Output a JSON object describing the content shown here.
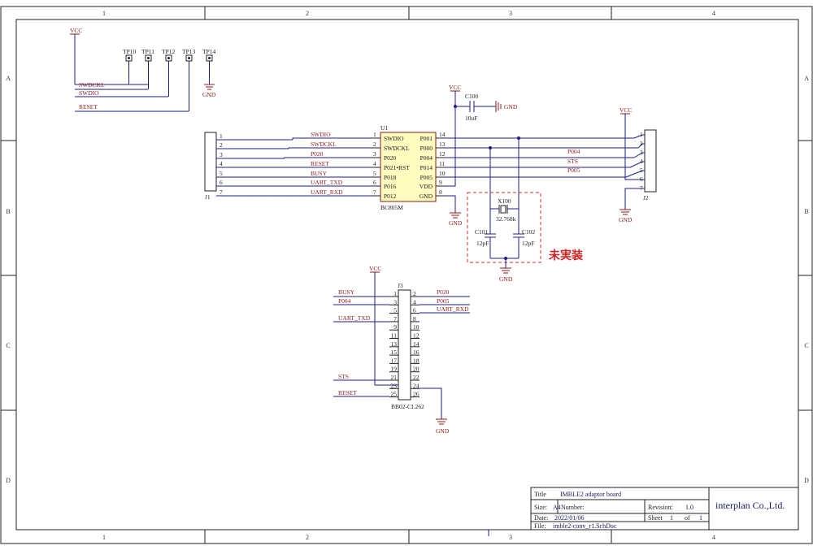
{
  "frame": {
    "columns": [
      "1",
      "2",
      "3",
      "4"
    ],
    "rows": [
      "A",
      "B",
      "C",
      "D"
    ]
  },
  "power": {
    "vcc": "VCC",
    "gnd": "GND"
  },
  "testpoints": [
    "TP10",
    "TP11",
    "TP12",
    "TP13",
    "TP14"
  ],
  "tp_nets": [
    "SWDCKL",
    "SWDIO",
    "RESET"
  ],
  "u1": {
    "designator": "U1",
    "part": "BC805M",
    "left_pins": [
      {
        "num": "1",
        "name": "SWDIO",
        "net": "SWDIO"
      },
      {
        "num": "2",
        "name": "SWDCKL",
        "net": "SWDCKL"
      },
      {
        "num": "3",
        "name": "P020",
        "net": "P020"
      },
      {
        "num": "4",
        "name": "P021•RST",
        "net": "RESET"
      },
      {
        "num": "5",
        "name": "P018",
        "net": "BUSY"
      },
      {
        "num": "6",
        "name": "P016",
        "net": "UART_TXD"
      },
      {
        "num": "7",
        "name": "P012",
        "net": "UART_RXD"
      }
    ],
    "right_pins": [
      {
        "num": "14",
        "name": "P001"
      },
      {
        "num": "13",
        "name": "P000"
      },
      {
        "num": "12",
        "name": "P004"
      },
      {
        "num": "11",
        "name": "P014"
      },
      {
        "num": "10",
        "name": "P005"
      },
      {
        "num": "9",
        "name": "VDD"
      },
      {
        "num": "8",
        "name": "GND"
      }
    ]
  },
  "j1": {
    "designator": "J1",
    "pins": [
      "1",
      "2",
      "3",
      "4",
      "5",
      "6",
      "7"
    ]
  },
  "j2": {
    "designator": "J2",
    "pins": [
      "1",
      "2",
      "3",
      "4",
      "5",
      "6",
      "7"
    ]
  },
  "right_nets": [
    "P004",
    "STS",
    "P005"
  ],
  "c100": {
    "designator": "C100",
    "value": "10uF"
  },
  "crystal": {
    "designator": "X100",
    "value": "32.768k"
  },
  "c101": {
    "designator": "C101",
    "value": "12pF"
  },
  "c102": {
    "designator": "C102",
    "value": "12pF"
  },
  "dnp_note": "未実装",
  "j3": {
    "designator": "J3",
    "part": "BB02-CL262",
    "left_nums": [
      "1",
      "3",
      "5",
      "7",
      "9",
      "11",
      "13",
      "15",
      "17",
      "19",
      "21",
      "23",
      "25"
    ],
    "right_nums": [
      "2",
      "4",
      "6",
      "8",
      "10",
      "12",
      "14",
      "16",
      "18",
      "20",
      "22",
      "24",
      "26"
    ],
    "left_nets": [
      "BUSY",
      "P004",
      "UART_TXD",
      "STS",
      "RESET"
    ],
    "right_nets": [
      "P020",
      "P005",
      "UART_RXD"
    ]
  },
  "title_block": {
    "title_label": "Title",
    "title": "IMBLE2 adaptor board",
    "size_label": "Size:",
    "size": "A4",
    "number_label": "Number:",
    "revision_label": "Revision:",
    "revision": "1.0",
    "date_label": "Date:",
    "date": "2022/01/06",
    "sheet_label": "Sheet",
    "sheet_num": "1",
    "of_label": "of",
    "sheet_total": "1",
    "file_label": "File:",
    "file": "imble2-conv_r1.SchDoc",
    "company": "interplan Co.,Ltd."
  }
}
